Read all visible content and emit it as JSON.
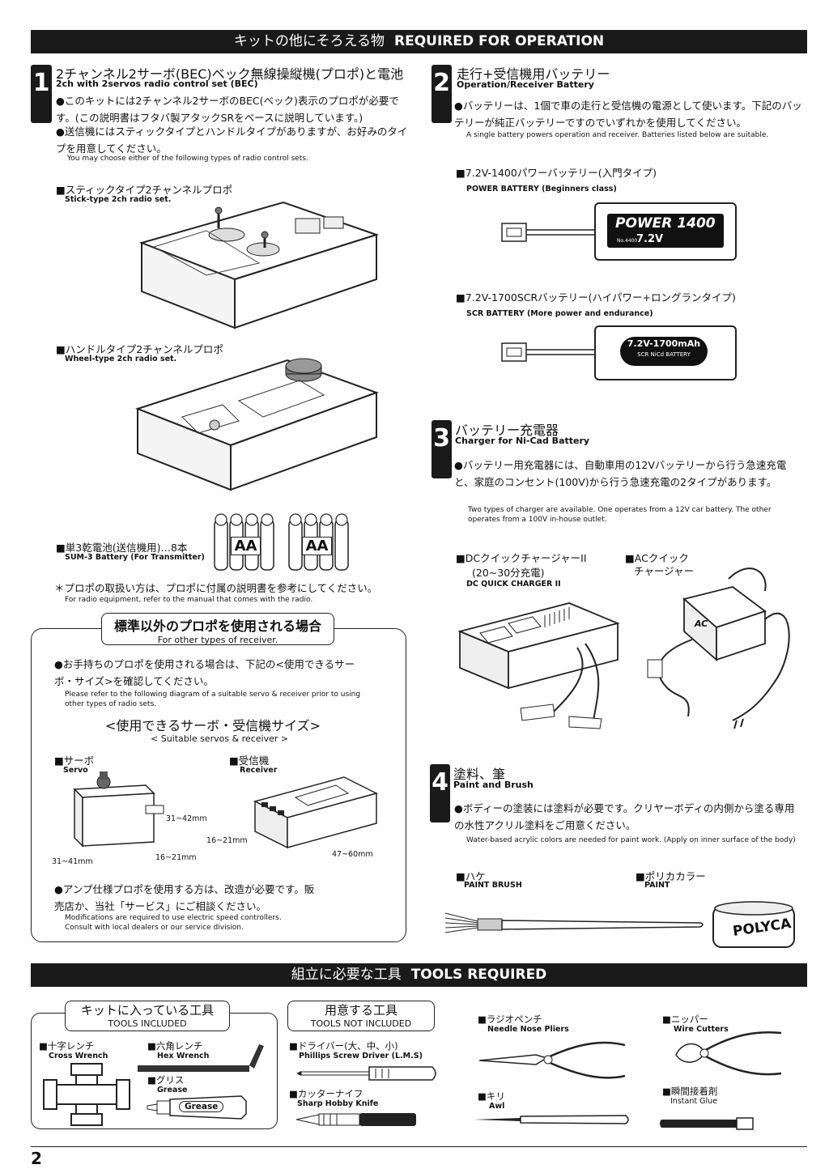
{
  "header": {
    "jp": "キットの他にそろえる物",
    "en": "REQUIRED FOR OPERATION"
  },
  "s1": {
    "num": "1",
    "title_jp": "2チャンネル2サーボ(BEC)ベック無線操縦機(プロポ)と電池",
    "title_en": "2ch with 2servos radio control set (BEC)",
    "p1": "●このキットには2チャンネル2サーボのBEC(ベック)表示のプロポが必要です。(この説明書はフタバ製アタックSRをベースに説明しています。)",
    "p2": "●送信機にはスティックタイプとハンドルタイプがありますが、お好みのタイプを用意してください。",
    "p_en": "You may choose either of the following types of radio control sets.",
    "stick_jp": "■スティックタイプ2チャンネルプロポ",
    "stick_en": "Stick-type 2ch radio set.",
    "wheel_jp": "■ハンドルタイプ2チャンネルプロポ",
    "wheel_en": "Wheel-type 2ch radio set.",
    "battery_jp": "■単3乾電池(送信機用)…8本",
    "battery_en": "SUM-3 Battery (For Transmitter)",
    "aa_label": "AA",
    "note_jp": "＊プロポの取扱い方は、プロポに付属の説明書を参考にしてください。",
    "note_en": "For radio equipment, refer to the manual that comes with the radio."
  },
  "other": {
    "title_jp": "標準以外のプロポを使用される場合",
    "title_en": "For other types of receiver.",
    "p1": "●お手持ちのプロポを使用される場合は、下記の<使用できるサーボ・サイズ>を確認してください。",
    "p1_en": "Please refer to the following diagram of a suitable servo & receiver prior to using other types of radio sets.",
    "sub_jp": "<使用できるサーボ・受信機サイズ>",
    "sub_en": "< Suitable servos & receiver >",
    "servo_jp": "■サーボ",
    "servo_en": "Servo",
    "receiver_jp": "■受信機",
    "receiver_en": "Receiver",
    "dim_servo_h": "31~42mm",
    "dim_servo_w": "31~41mm",
    "dim_servo_d": "16~21mm",
    "dim_rx_d": "16~21mm",
    "dim_rx_w": "47~60mm",
    "p2": "●アンプ仕様プロポを使用する方は、改造が必要です。販売店か、当社「サービス」にご相談ください。",
    "p2_en": "Modifications are required to use electric speed controllers. Consult with local dealers or our service division."
  },
  "s2": {
    "num": "2",
    "title_jp": "走行+受信機用バッテリー",
    "title_en": "Operation/Receiver Battery",
    "p1": "●バッテリーは、1個で車の走行と受信機の電源として使います。下記のバッテリーが純正バッテリーですのでいずれかを使用してください。",
    "p_en": "A single battery powers operation and receiver. Batteries listed below are suitable.",
    "b1_jp": "■7.2V-1400パワーバッテリー(入門タイプ)",
    "b1_en": "POWER BATTERY (Beginners class)",
    "b1_text": "POWER 1400",
    "b1_volt": "7.2V",
    "b1_no": "No.4400",
    "b2_jp": "■7.2V-1700SCRバッテリー(ハイパワー+ロングランタイプ)",
    "b2_en": "SCR BATTERY (More power and endurance)",
    "b2_text": "7.2V-1700mAh",
    "b2_sub": "SCR NiCd BATTERY"
  },
  "s3": {
    "num": "3",
    "title_jp": "バッテリー充電器",
    "title_en": "Charger for Ni-Cad Battery",
    "p1": "●バッテリー用充電器には、自動車用の12Vバッテリーから行う急速充電と、家庭のコンセント(100V)から行う急速充電の2タイプがあります。",
    "p_en": "Two types of charger are available. One operates from a 12V car battery. The other operates from a 100V in-house outlet.",
    "dc_jp": "■DCクイックチャージャーII",
    "dc_jp2": "(20~30分充電)",
    "dc_en": "DC QUICK CHARGER II",
    "ac_jp": "■ACクイック",
    "ac_jp2": "チャージャー",
    "ac_mark": "AC"
  },
  "s4": {
    "num": "4",
    "title_jp": "塗料、筆",
    "title_en": "Paint and Brush",
    "p1": "●ボディーの塗装には塗料が必要です。クリヤーボディの内側から塗る専用の水性アクリル塗料をご用意ください。",
    "p_en": "Water-based acrylic colors are needed for paint work. (Apply on inner surface of the body)",
    "brush_jp": "■ハケ",
    "brush_en": "PAINT BRUSH",
    "paint_jp": "■ポリカカラー",
    "paint_en": "PAINT",
    "paint_label": "POLYCA"
  },
  "tools": {
    "header_jp": "組立に必要な工具",
    "header_en": "TOOLS REQUIRED",
    "included_jp": "キットに入っている工具",
    "included_en": "TOOLS INCLUDED",
    "not_included_jp": "用意する工具",
    "not_included_en": "TOOLS NOT INCLUDED",
    "cross_jp": "■十字レンチ",
    "cross_en": "Cross Wrench",
    "hex_jp": "■六角レンチ",
    "hex_en": "Hex Wrench",
    "grease_jp": "■グリス",
    "grease_en": "Grease",
    "grease_label": "Grease",
    "driver_jp": "■ドライバー(大、中、小)",
    "driver_en": "Phillips Screw Driver (L.M.S)",
    "knife_jp": "■カッターナイフ",
    "knife_en": "Sharp Hobby Knife",
    "pliers_jp": "■ラジオペンチ",
    "pliers_en": "Needle Nose Pliers",
    "awl_jp": "■キリ",
    "awl_en": "Awl",
    "nipper_jp": "■ニッパー",
    "nipper_en": "Wire Cutters",
    "glue_jp": "■瞬間接着剤",
    "glue_en": "Instant Glue"
  },
  "page_number": "2"
}
